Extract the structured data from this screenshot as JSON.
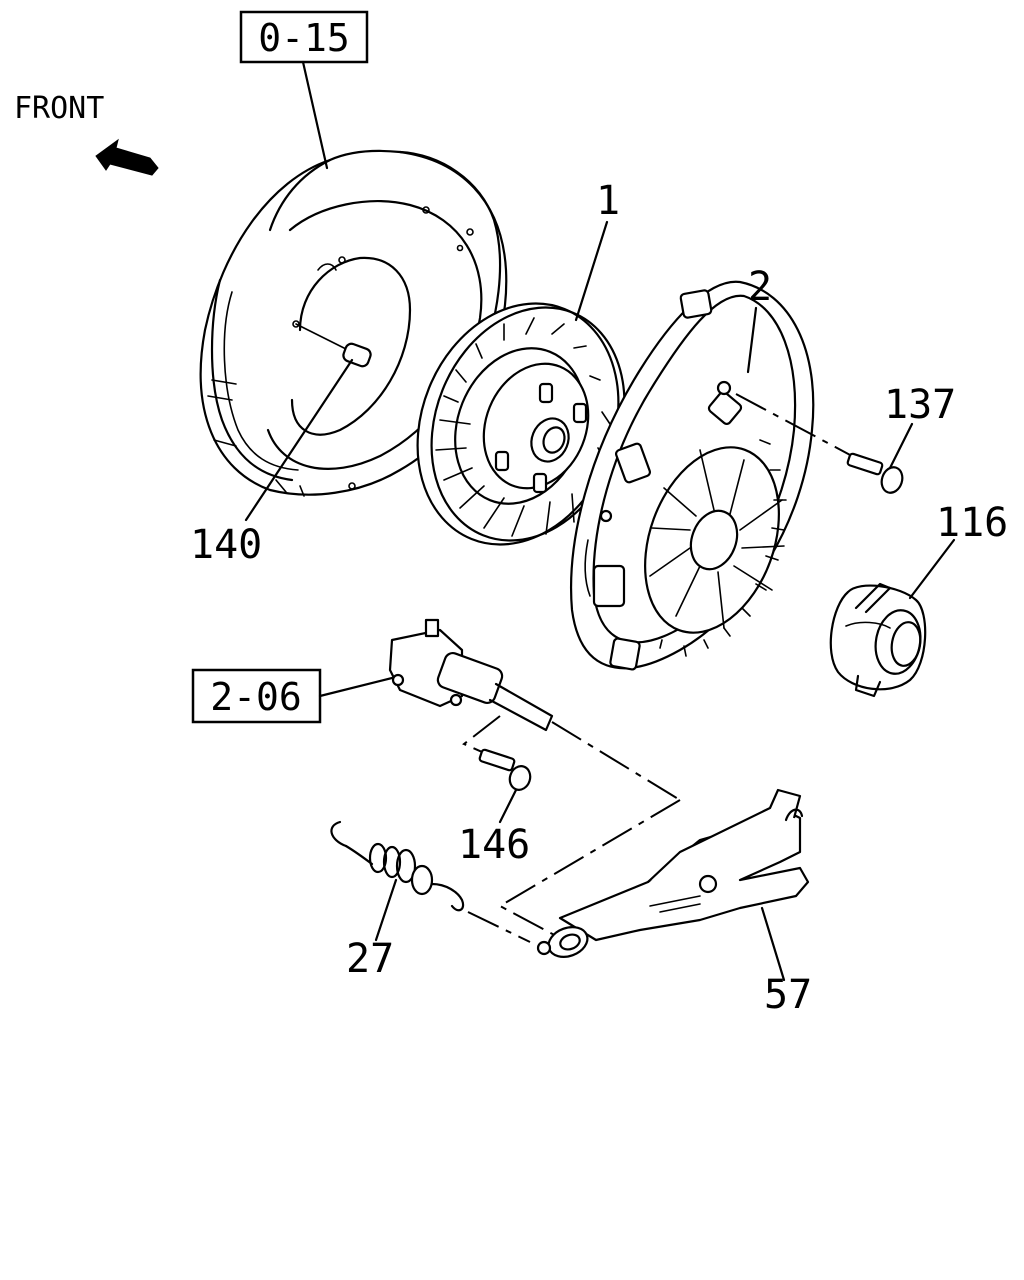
{
  "orientation": {
    "label": "FRONT",
    "icon": "arrow-left-icon"
  },
  "reference_boxes": [
    {
      "text": "0-15"
    },
    {
      "text": "2-06"
    }
  ],
  "callouts": [
    {
      "text": "1"
    },
    {
      "text": "2"
    },
    {
      "text": "137"
    },
    {
      "text": "116"
    },
    {
      "text": "140"
    },
    {
      "text": "146"
    },
    {
      "text": "27"
    },
    {
      "text": "57"
    }
  ]
}
